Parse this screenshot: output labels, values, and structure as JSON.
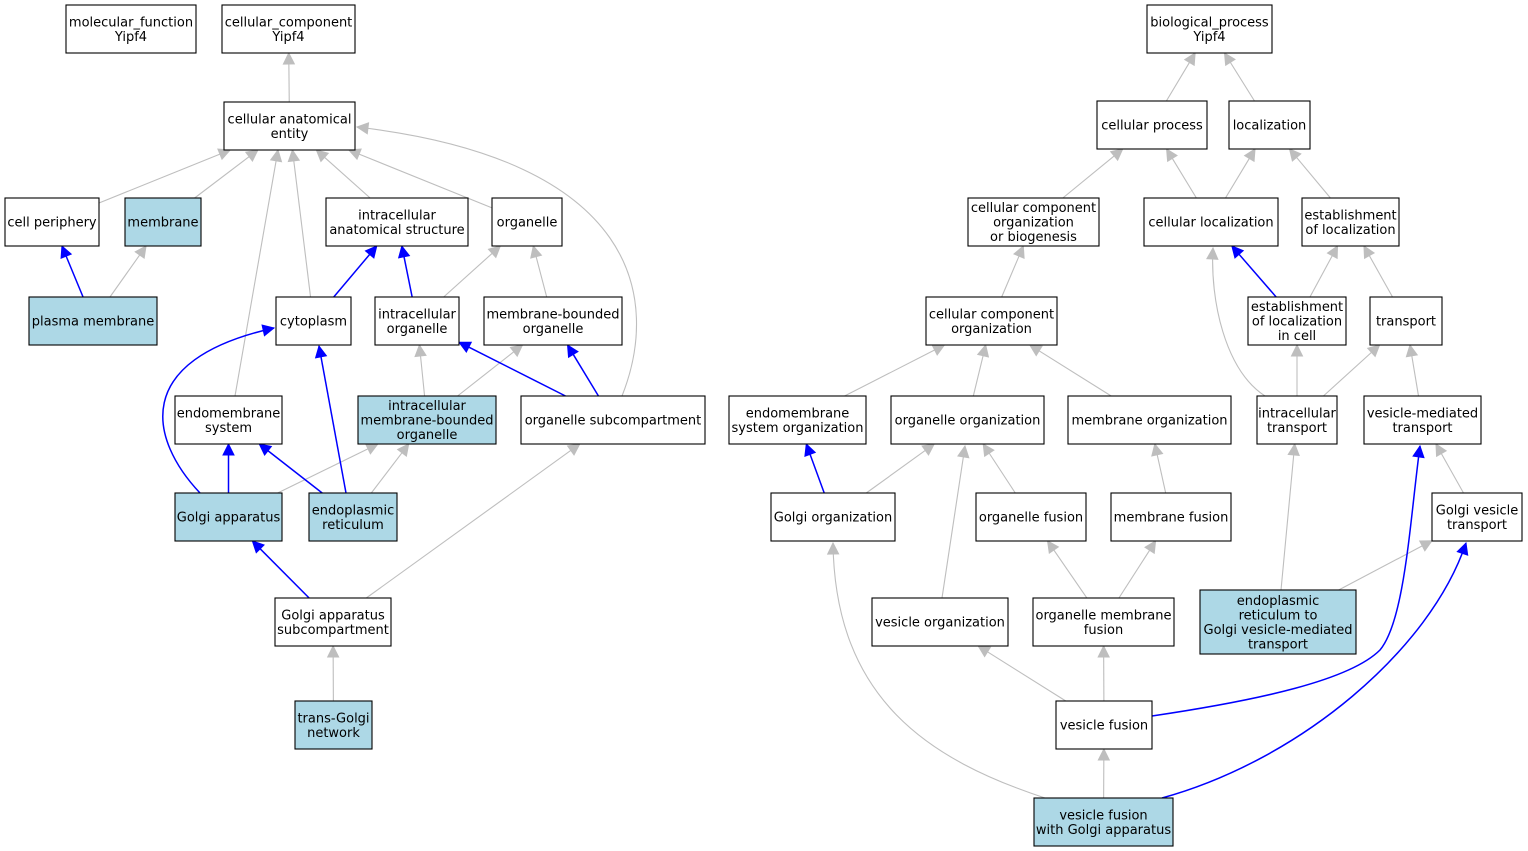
{
  "colors": {
    "highlight": "#add8e6",
    "plain": "#ffffff",
    "edge_direct": "#0000ff",
    "edge_indirect": "#bebebe"
  },
  "nodes": {
    "mf_root": {
      "lines": [
        "molecular_function",
        "Yipf4"
      ],
      "highlight": false
    },
    "cc_root": {
      "lines": [
        "cellular_component",
        "Yipf4"
      ],
      "highlight": false
    },
    "cae": {
      "lines": [
        "cellular anatomical",
        "entity"
      ],
      "highlight": false
    },
    "cell_periphery": {
      "lines": [
        "cell periphery"
      ],
      "highlight": false
    },
    "membrane": {
      "lines": [
        "membrane"
      ],
      "highlight": true
    },
    "ias": {
      "lines": [
        "intracellular",
        "anatomical structure"
      ],
      "highlight": false
    },
    "organelle": {
      "lines": [
        "organelle"
      ],
      "highlight": false
    },
    "plasma_membrane": {
      "lines": [
        "plasma membrane"
      ],
      "highlight": true
    },
    "cytoplasm": {
      "lines": [
        "cytoplasm"
      ],
      "highlight": false
    },
    "intra_org": {
      "lines": [
        "intracellular",
        "organelle"
      ],
      "highlight": false
    },
    "mbo": {
      "lines": [
        "membrane-bounded",
        "organelle"
      ],
      "highlight": false
    },
    "endomembrane": {
      "lines": [
        "endomembrane",
        "system"
      ],
      "highlight": false
    },
    "imbo": {
      "lines": [
        "intracellular",
        "membrane-bounded",
        "organelle"
      ],
      "highlight": true
    },
    "org_subcomp": {
      "lines": [
        "organelle subcompartment"
      ],
      "highlight": false
    },
    "golgi": {
      "lines": [
        "Golgi apparatus"
      ],
      "highlight": true
    },
    "er": {
      "lines": [
        "endoplasmic",
        "reticulum"
      ],
      "highlight": true
    },
    "golgi_sub": {
      "lines": [
        "Golgi apparatus",
        "subcompartment"
      ],
      "highlight": false
    },
    "tgn": {
      "lines": [
        "trans-Golgi",
        "network"
      ],
      "highlight": true
    },
    "bp_root": {
      "lines": [
        "biological_process",
        "Yipf4"
      ],
      "highlight": false
    },
    "cell_proc": {
      "lines": [
        "cellular process"
      ],
      "highlight": false
    },
    "localization": {
      "lines": [
        "localization"
      ],
      "highlight": false
    },
    "ccob": {
      "lines": [
        "cellular component",
        "organization",
        "or biogenesis"
      ],
      "highlight": false
    },
    "cell_loc": {
      "lines": [
        "cellular localization"
      ],
      "highlight": false
    },
    "est_loc": {
      "lines": [
        "establishment",
        "of localization"
      ],
      "highlight": false
    },
    "cco": {
      "lines": [
        "cellular component",
        "organization"
      ],
      "highlight": false
    },
    "est_loc_cell": {
      "lines": [
        "establishment",
        "of localization",
        "in cell"
      ],
      "highlight": false
    },
    "transport": {
      "lines": [
        "transport"
      ],
      "highlight": false
    },
    "endo_org": {
      "lines": [
        "endomembrane",
        "system organization"
      ],
      "highlight": false
    },
    "org_org": {
      "lines": [
        "organelle organization"
      ],
      "highlight": false
    },
    "mem_org": {
      "lines": [
        "membrane organization"
      ],
      "highlight": false
    },
    "intra_trans": {
      "lines": [
        "intracellular",
        "transport"
      ],
      "highlight": false
    },
    "vmt": {
      "lines": [
        "vesicle-mediated",
        "transport"
      ],
      "highlight": false
    },
    "golgi_org": {
      "lines": [
        "Golgi organization"
      ],
      "highlight": false
    },
    "org_fusion": {
      "lines": [
        "organelle fusion"
      ],
      "highlight": false
    },
    "mem_fusion": {
      "lines": [
        "membrane fusion"
      ],
      "highlight": false
    },
    "gvt": {
      "lines": [
        "Golgi vesicle",
        "transport"
      ],
      "highlight": false
    },
    "ves_org": {
      "lines": [
        "vesicle organization"
      ],
      "highlight": false
    },
    "omf": {
      "lines": [
        "organelle membrane",
        "fusion"
      ],
      "highlight": false
    },
    "er_golgi": {
      "lines": [
        "endoplasmic",
        "reticulum to",
        "Golgi vesicle-mediated",
        "transport"
      ],
      "highlight": true
    },
    "ves_fusion": {
      "lines": [
        "vesicle fusion"
      ],
      "highlight": false
    },
    "vfga": {
      "lines": [
        "vesicle fusion",
        "with Golgi apparatus"
      ],
      "highlight": true
    }
  },
  "edges": [
    {
      "from": "cae",
      "to": "cc_root",
      "direct": false
    },
    {
      "from": "cell_periphery",
      "to": "cae",
      "direct": false
    },
    {
      "from": "membrane",
      "to": "cae",
      "direct": false
    },
    {
      "from": "ias",
      "to": "cae",
      "direct": false
    },
    {
      "from": "organelle",
      "to": "cae",
      "direct": false
    },
    {
      "from": "plasma_membrane",
      "to": "cell_periphery",
      "direct": true
    },
    {
      "from": "plasma_membrane",
      "to": "membrane",
      "direct": false
    },
    {
      "from": "cytoplasm",
      "to": "cae",
      "direct": false
    },
    {
      "from": "cytoplasm",
      "to": "ias",
      "direct": true
    },
    {
      "from": "intra_org",
      "to": "ias",
      "direct": true
    },
    {
      "from": "intra_org",
      "to": "organelle",
      "direct": false
    },
    {
      "from": "mbo",
      "to": "organelle",
      "direct": false
    },
    {
      "from": "endomembrane",
      "to": "cae",
      "direct": false
    },
    {
      "from": "imbo",
      "to": "intra_org",
      "direct": false
    },
    {
      "from": "imbo",
      "to": "mbo",
      "direct": false
    },
    {
      "from": "org_subcomp",
      "to": "intra_org",
      "direct": true
    },
    {
      "from": "org_subcomp",
      "to": "mbo",
      "direct": true
    },
    {
      "from": "org_subcomp",
      "to": "cae",
      "direct": false
    },
    {
      "from": "golgi",
      "to": "cytoplasm",
      "direct": true
    },
    {
      "from": "golgi",
      "to": "endomembrane",
      "direct": true
    },
    {
      "from": "golgi",
      "to": "imbo",
      "direct": false
    },
    {
      "from": "er",
      "to": "cytoplasm",
      "direct": true
    },
    {
      "from": "er",
      "to": "endomembrane",
      "direct": true
    },
    {
      "from": "er",
      "to": "imbo",
      "direct": false
    },
    {
      "from": "golgi_sub",
      "to": "golgi",
      "direct": true
    },
    {
      "from": "golgi_sub",
      "to": "org_subcomp",
      "direct": false
    },
    {
      "from": "tgn",
      "to": "golgi_sub",
      "direct": false
    },
    {
      "from": "cell_proc",
      "to": "bp_root",
      "direct": false
    },
    {
      "from": "localization",
      "to": "bp_root",
      "direct": false
    },
    {
      "from": "ccob",
      "to": "cell_proc",
      "direct": false
    },
    {
      "from": "cell_loc",
      "to": "cell_proc",
      "direct": false
    },
    {
      "from": "cell_loc",
      "to": "localization",
      "direct": false
    },
    {
      "from": "est_loc",
      "to": "localization",
      "direct": false
    },
    {
      "from": "cco",
      "to": "ccob",
      "direct": false
    },
    {
      "from": "est_loc_cell",
      "to": "cell_loc",
      "direct": true
    },
    {
      "from": "est_loc_cell",
      "to": "est_loc",
      "direct": false
    },
    {
      "from": "transport",
      "to": "est_loc",
      "direct": false
    },
    {
      "from": "endo_org",
      "to": "cco",
      "direct": false
    },
    {
      "from": "org_org",
      "to": "cco",
      "direct": false
    },
    {
      "from": "mem_org",
      "to": "cco",
      "direct": false
    },
    {
      "from": "intra_trans",
      "to": "cell_loc",
      "direct": false
    },
    {
      "from": "intra_trans",
      "to": "est_loc_cell",
      "direct": false
    },
    {
      "from": "intra_trans",
      "to": "transport",
      "direct": false
    },
    {
      "from": "vmt",
      "to": "transport",
      "direct": false
    },
    {
      "from": "golgi_org",
      "to": "endo_org",
      "direct": true
    },
    {
      "from": "golgi_org",
      "to": "org_org",
      "direct": false
    },
    {
      "from": "org_fusion",
      "to": "org_org",
      "direct": false
    },
    {
      "from": "mem_fusion",
      "to": "mem_org",
      "direct": false
    },
    {
      "from": "gvt",
      "to": "vmt",
      "direct": false
    },
    {
      "from": "ves_org",
      "to": "org_org",
      "direct": false
    },
    {
      "from": "omf",
      "to": "org_fusion",
      "direct": false
    },
    {
      "from": "omf",
      "to": "mem_fusion",
      "direct": false
    },
    {
      "from": "er_golgi",
      "to": "intra_trans",
      "direct": false
    },
    {
      "from": "er_golgi",
      "to": "gvt",
      "direct": false
    },
    {
      "from": "ves_fusion",
      "to": "ves_org",
      "direct": false
    },
    {
      "from": "ves_fusion",
      "to": "omf",
      "direct": false
    },
    {
      "from": "ves_fusion",
      "to": "vmt",
      "direct": true
    },
    {
      "from": "vfga",
      "to": "ves_fusion",
      "direct": false
    },
    {
      "from": "vfga",
      "to": "golgi_org",
      "direct": false
    },
    {
      "from": "vfga",
      "to": "gvt",
      "direct": true
    }
  ]
}
